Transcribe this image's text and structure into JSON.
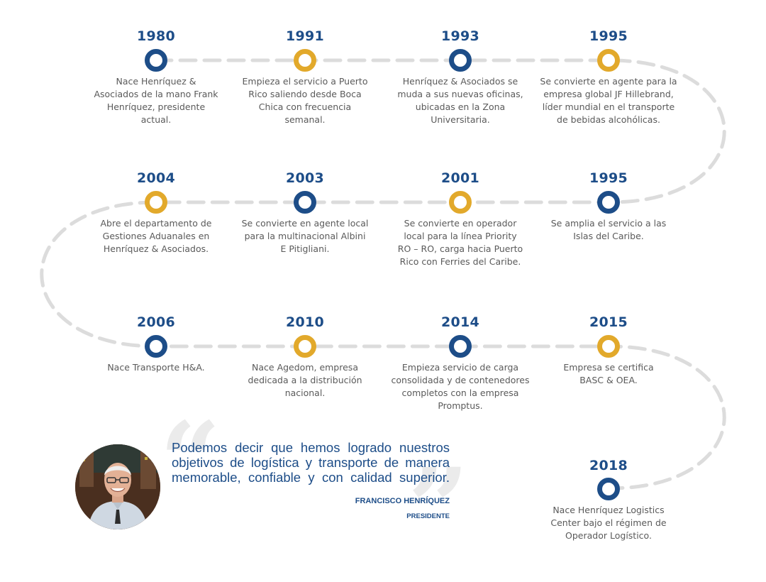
{
  "colors": {
    "blue": "#1d4d88",
    "gold": "#e2a92b",
    "path": "#dcdcdc",
    "text": "#5a5a5a"
  },
  "milestones": [
    {
      "year": "1980",
      "color": "blue",
      "lines": [
        "Nace Henríquez &",
        "Asociados de la mano Frank",
        "Henríquez, presidente",
        "actual."
      ]
    },
    {
      "year": "1991",
      "color": "gold",
      "lines": [
        "Empieza el servicio a Puerto",
        "Rico saliendo desde Boca",
        "Chica con frecuencia",
        "semanal."
      ]
    },
    {
      "year": "1993",
      "color": "blue",
      "lines": [
        "Henríquez & Asociados se",
        "muda a sus nuevas oficinas,",
        "ubicadas en la Zona",
        "Universitaria."
      ]
    },
    {
      "year": "1995",
      "color": "gold",
      "lines": [
        "Se convierte en agente para la",
        "empresa global JF Hillebrand,",
        "líder mundial en el transporte",
        "de bebidas alcohólicas."
      ]
    },
    {
      "year": "1995",
      "color": "blue",
      "lines": [
        "Se amplia el servicio a las",
        "Islas del Caribe."
      ]
    },
    {
      "year": "2001",
      "color": "gold",
      "lines": [
        "Se convierte en operador",
        "local para la línea Priority",
        "RO – RO, carga hacia Puerto",
        "Rico con Ferries del Caribe."
      ]
    },
    {
      "year": "2003",
      "color": "blue",
      "lines": [
        "Se convierte en agente local",
        "para la multinacional Albini",
        "E Pitigliani."
      ]
    },
    {
      "year": "2004",
      "color": "gold",
      "lines": [
        "Abre el departamento de",
        "Gestiones Aduanales en",
        "Henríquez & Asociados."
      ]
    },
    {
      "year": "2006",
      "color": "blue",
      "lines": [
        "Nace Transporte H&A."
      ]
    },
    {
      "year": "2010",
      "color": "gold",
      "lines": [
        "Nace Agedom, empresa",
        "dedicada a la distribución",
        "nacional."
      ]
    },
    {
      "year": "2014",
      "color": "blue",
      "lines": [
        "Empieza servicio de carga",
        "consolidada y de contenedores",
        "completos con la empresa",
        "Promptus."
      ]
    },
    {
      "year": "2015",
      "color": "gold",
      "lines": [
        "Empresa se certifica",
        "BASC & OEA."
      ]
    },
    {
      "year": "2018",
      "color": "blue",
      "lines": [
        "Nace Henríquez Logistics",
        "Center bajo el régimen de",
        "Operador Logístico."
      ]
    }
  ],
  "quote": {
    "text": "Podemos decir que hemos logrado nuestros objetivos de logística y transporte de manera memorable, confiable y con calidad superior.",
    "name": "FRANCISCO HENRÍQUEZ",
    "role": "PRESIDENTE"
  }
}
